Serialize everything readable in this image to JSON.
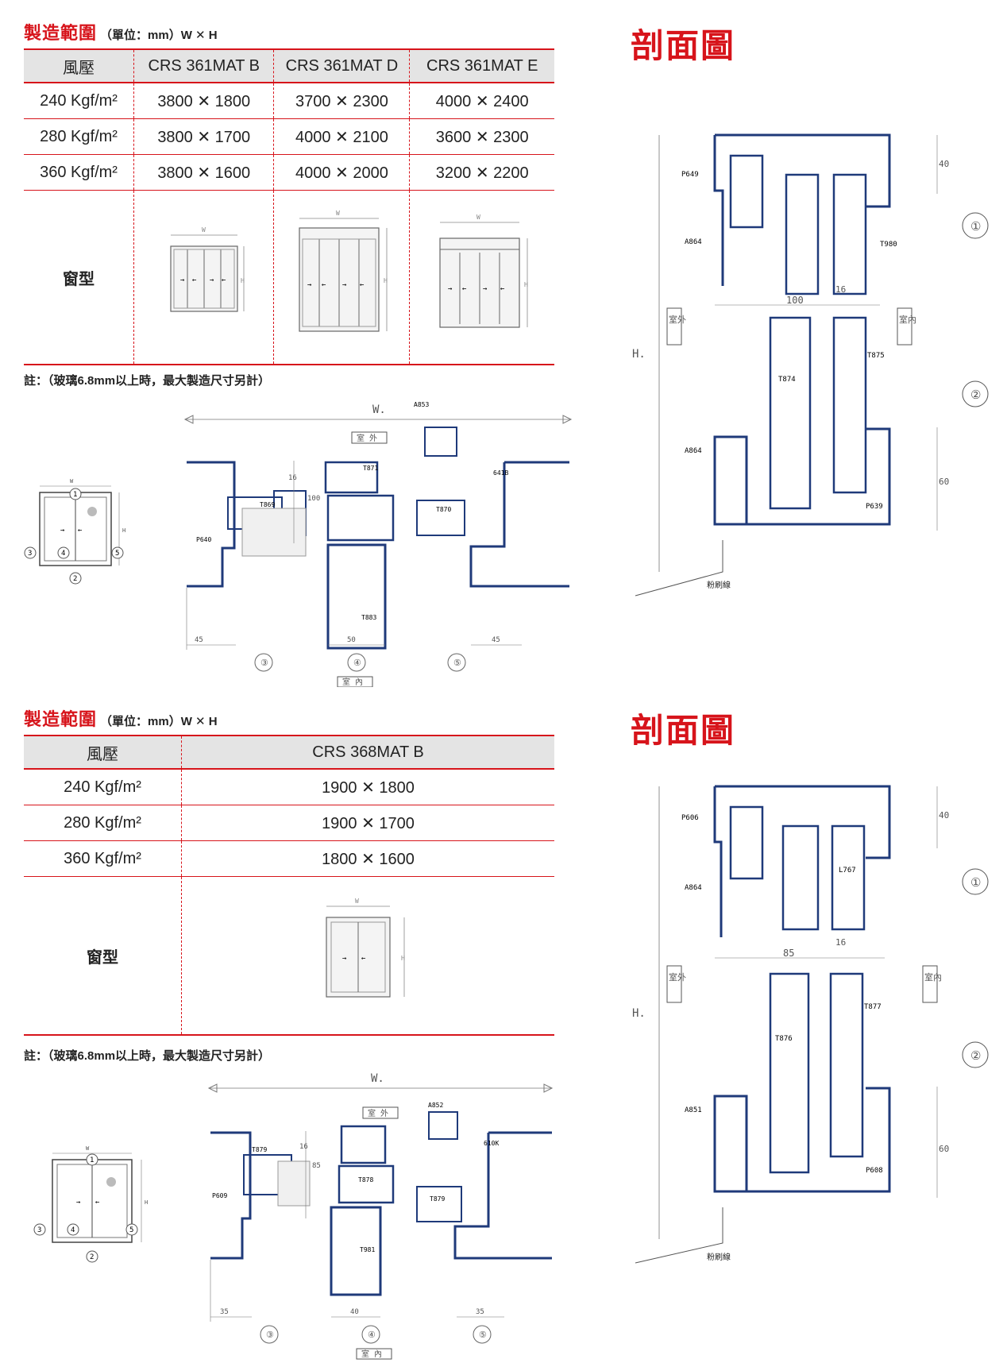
{
  "top": {
    "title": "製造範圍",
    "unit": "（單位：mm）W ✕ H",
    "header": [
      "風壓",
      "CRS 361MAT B",
      "CRS 361MAT D",
      "CRS 361MAT E"
    ],
    "rows": [
      [
        "240 Kgf/m²",
        "3800 ✕ 1800",
        "3700 ✕ 2300",
        "4000 ✕ 2400"
      ],
      [
        "280 Kgf/m²",
        "3800 ✕ 1700",
        "4000 ✕ 2100",
        "3600 ✕ 2300"
      ],
      [
        "360 Kgf/m²",
        "3800 ✕ 1600",
        "4000 ✕ 2000",
        "3200 ✕ 2200"
      ]
    ],
    "window_type_label": "窗型",
    "note": "註：（玻璃6.8mm以上時，最大製造尺寸另計）",
    "section_title": "剖面圖",
    "detail": {
      "width_label": "W.",
      "outside": "室 外",
      "inside": "室 內",
      "parts": [
        "T869",
        "P640",
        "A853",
        "T871",
        "641B",
        "T870",
        "T883"
      ],
      "dims": [
        "45",
        "50",
        "45",
        "16",
        "100"
      ],
      "markers": [
        "③",
        "④",
        "⑤"
      ]
    },
    "section": {
      "height_label": "H.",
      "outside": "室外",
      "inside": "室內",
      "parts": [
        "P649",
        "A864",
        "T980",
        "T874",
        "T875",
        "A864",
        "P639"
      ],
      "dims": [
        "40",
        "100",
        "16",
        "60"
      ],
      "markers": [
        "①",
        "②"
      ],
      "bottom_label": "粉刷線"
    }
  },
  "bottom": {
    "title": "製造範圍",
    "unit": "（單位：mm）W ✕ H",
    "header": [
      "風壓",
      "CRS 368MAT B"
    ],
    "rows": [
      [
        "240 Kgf/m²",
        "1900 ✕ 1800"
      ],
      [
        "280 Kgf/m²",
        "1900 ✕ 1700"
      ],
      [
        "360 Kgf/m²",
        "1800 ✕ 1600"
      ]
    ],
    "window_type_label": "窗型",
    "note": "註：（玻璃6.8mm以上時，最大製造尺寸另計）",
    "section_title": "剖面圖",
    "detail": {
      "width_label": "W.",
      "outside": "室 外",
      "inside": "室 內",
      "parts": [
        "T879",
        "P609",
        "A852",
        "T878",
        "610K",
        "T879",
        "T981"
      ],
      "dims": [
        "35",
        "40",
        "35",
        "16",
        "85"
      ],
      "markers": [
        "③",
        "④",
        "⑤"
      ]
    },
    "section": {
      "height_label": "H.",
      "outside": "室外",
      "inside": "室內",
      "parts": [
        "P606",
        "A864",
        "L767",
        "T876",
        "T877",
        "A851",
        "P608"
      ],
      "dims": [
        "40",
        "85",
        "16",
        "60"
      ],
      "markers": [
        "①",
        "②"
      ],
      "bottom_label": "粉刷線"
    }
  },
  "colors": {
    "accent": "#d7141b",
    "profile": "#1f3a7a"
  }
}
